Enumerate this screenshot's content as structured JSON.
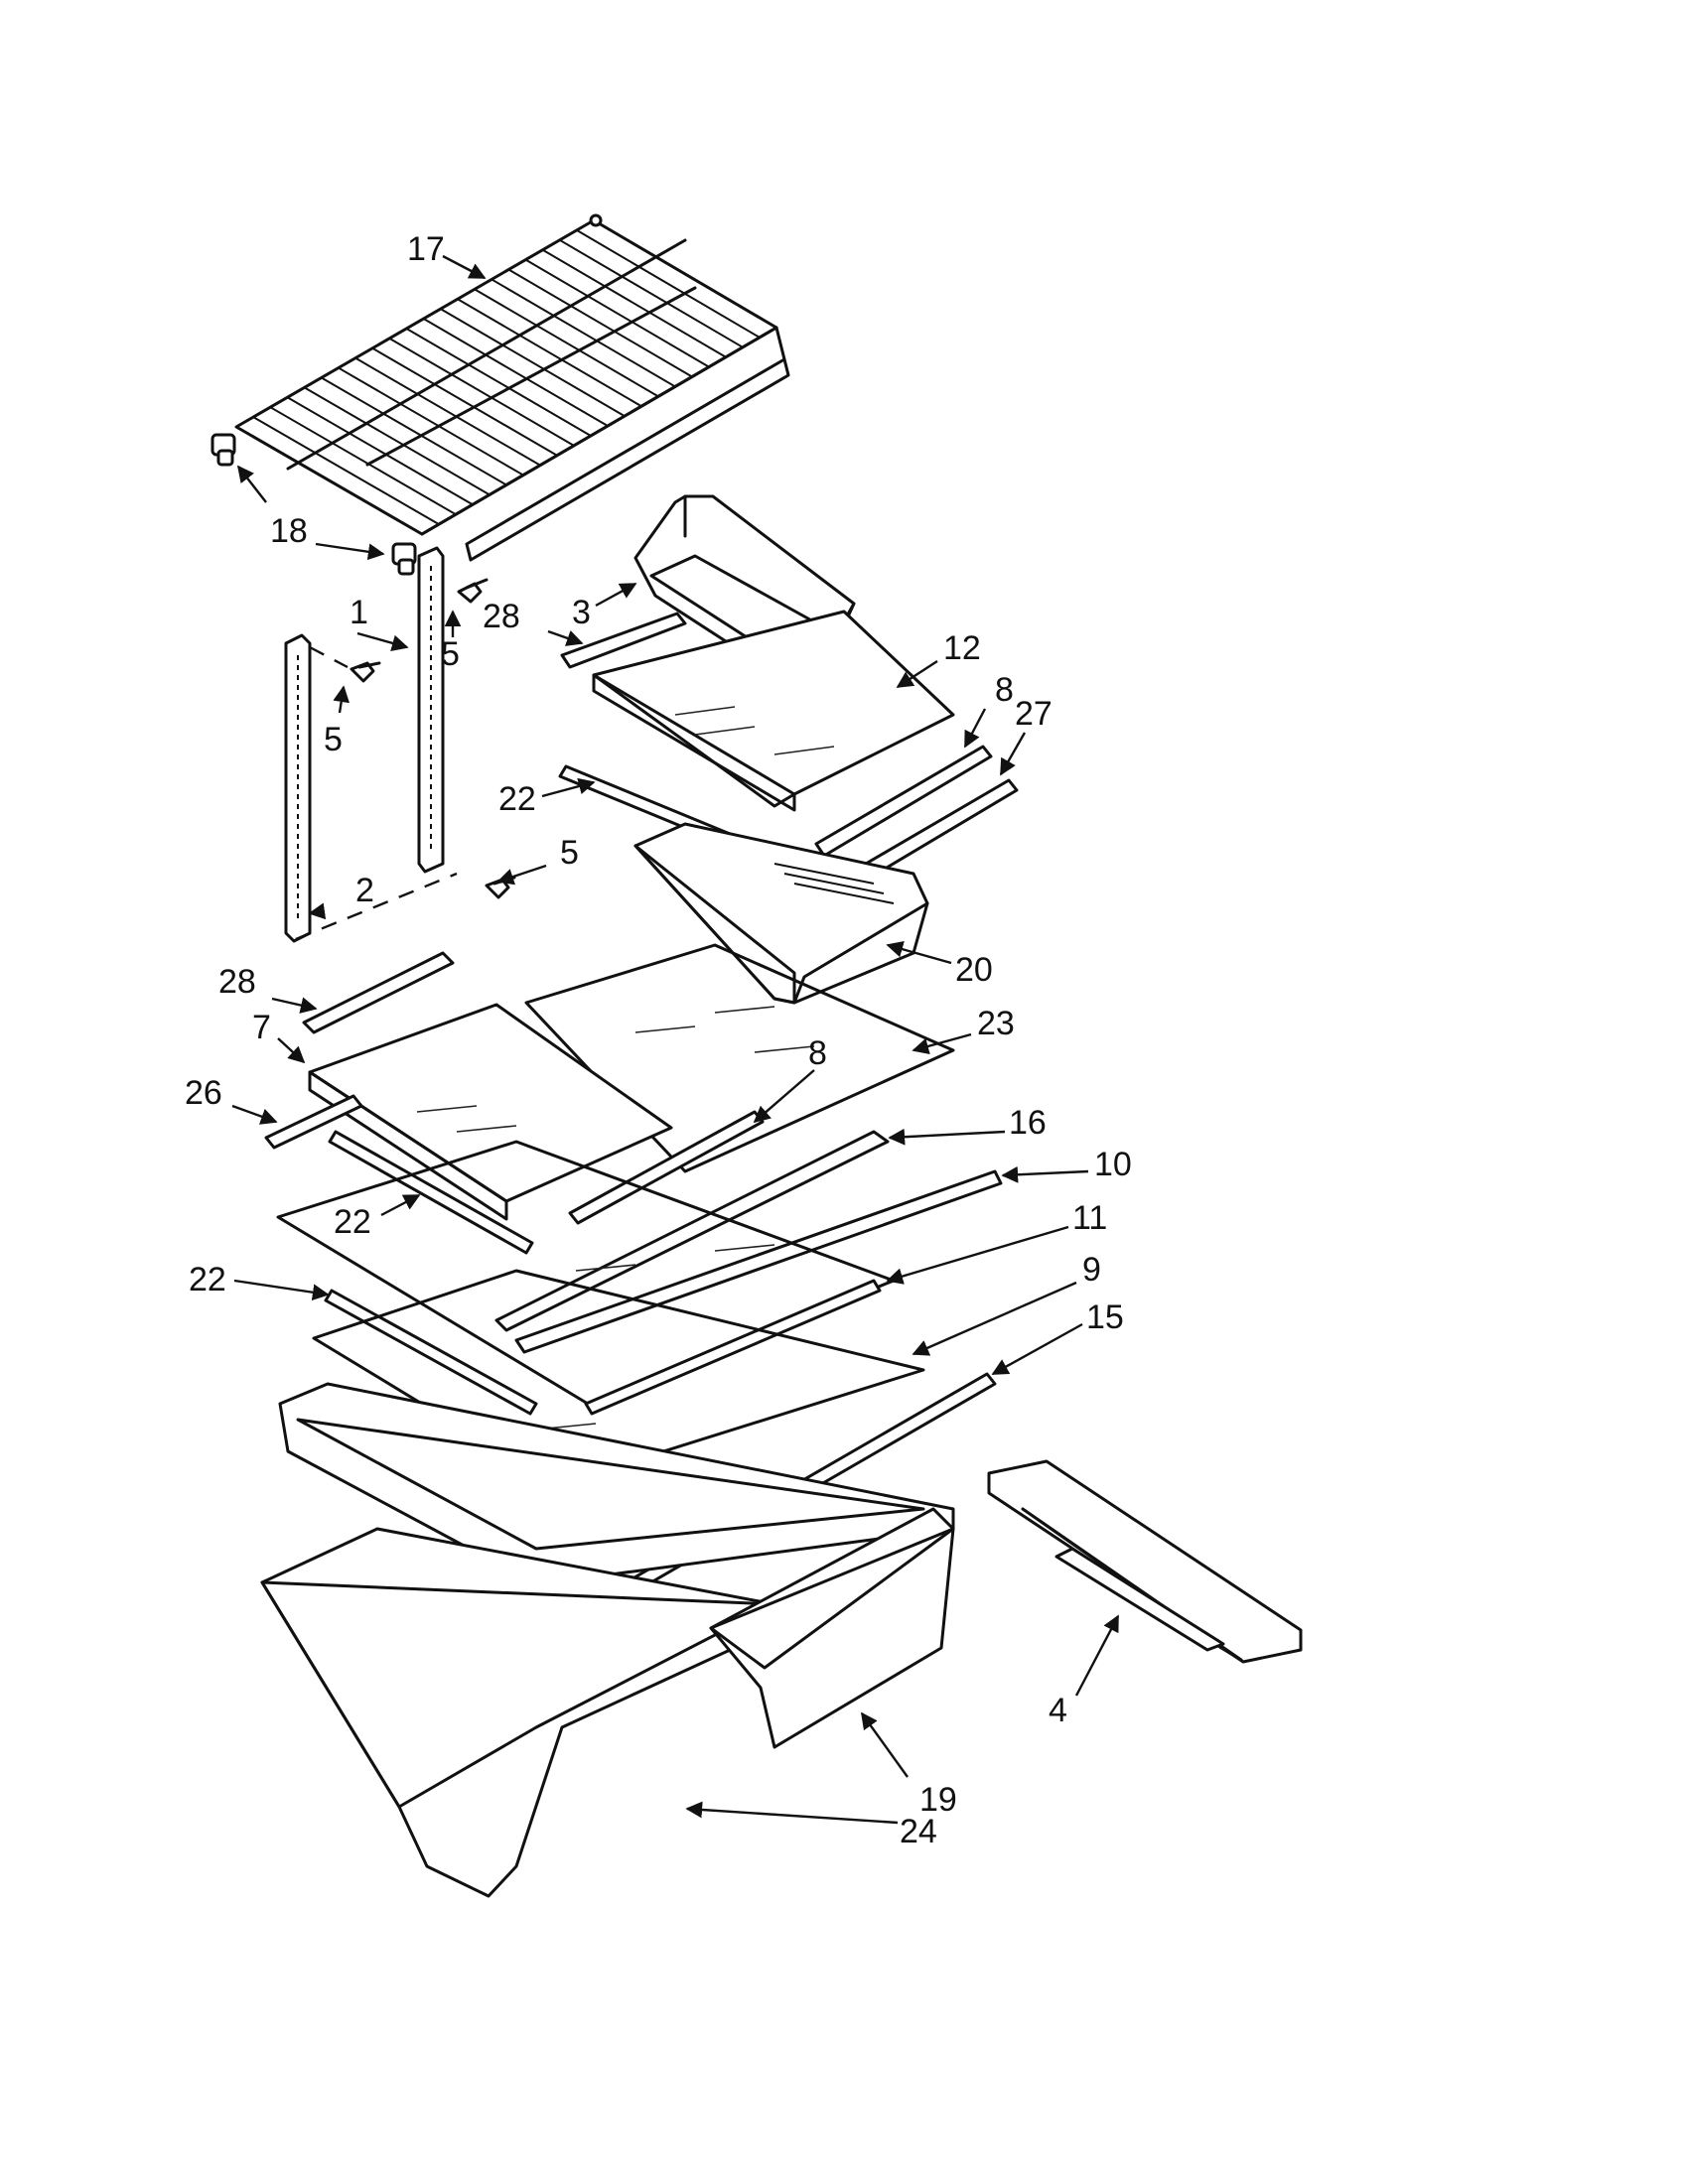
{
  "diagram": {
    "callouts": [
      {
        "id": "c17",
        "label": "17"
      },
      {
        "id": "c18",
        "label": "18"
      },
      {
        "id": "c1",
        "label": "1"
      },
      {
        "id": "c5a",
        "label": "5"
      },
      {
        "id": "c5b",
        "label": "5"
      },
      {
        "id": "c5c",
        "label": "5"
      },
      {
        "id": "c2",
        "label": "2"
      },
      {
        "id": "c3",
        "label": "3"
      },
      {
        "id": "c28a",
        "label": "28"
      },
      {
        "id": "c12",
        "label": "12"
      },
      {
        "id": "c8a",
        "label": "8"
      },
      {
        "id": "c27",
        "label": "27"
      },
      {
        "id": "c22a",
        "label": "22"
      },
      {
        "id": "c20",
        "label": "20"
      },
      {
        "id": "c28b",
        "label": "28"
      },
      {
        "id": "c7",
        "label": "7"
      },
      {
        "id": "c23",
        "label": "23"
      },
      {
        "id": "c8b",
        "label": "8"
      },
      {
        "id": "c26",
        "label": "26"
      },
      {
        "id": "c16",
        "label": "16"
      },
      {
        "id": "c10",
        "label": "10"
      },
      {
        "id": "c22b",
        "label": "22"
      },
      {
        "id": "c11",
        "label": "11"
      },
      {
        "id": "c22c",
        "label": "22"
      },
      {
        "id": "c9",
        "label": "9"
      },
      {
        "id": "c15",
        "label": "15"
      },
      {
        "id": "c4",
        "label": "4"
      },
      {
        "id": "c19",
        "label": "19"
      },
      {
        "id": "c24",
        "label": "24"
      }
    ]
  }
}
